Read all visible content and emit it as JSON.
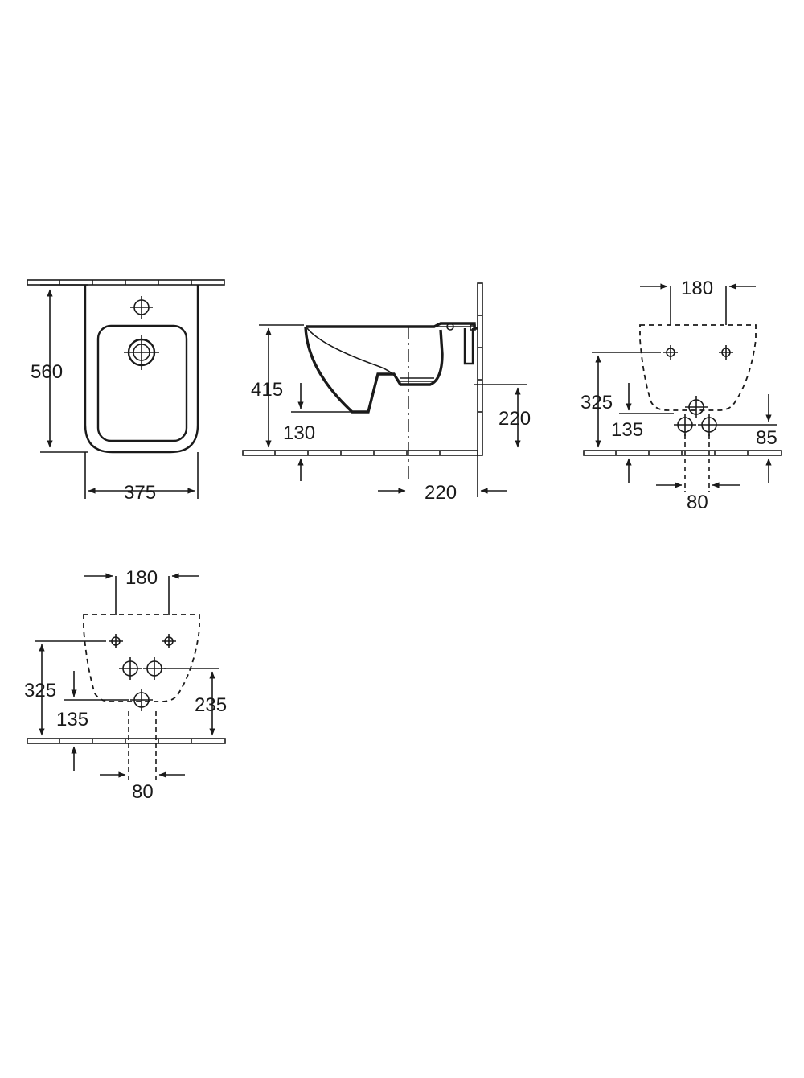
{
  "views": {
    "top_view": {
      "height_label": "560",
      "width_label": "375"
    },
    "side_view": {
      "rim_height_label": "415",
      "outlet_height_label": "130",
      "bracket_height_label": "220",
      "wall_depth_label": "220"
    },
    "wall_view_a": {
      "bolt_spacing_label": "180",
      "bolt_height_label": "325",
      "inlet_height_label": "135",
      "drain_height_label": "85",
      "pipe_spacing_label": "80"
    },
    "wall_view_b": {
      "bolt_spacing_label": "180",
      "bolt_height_label": "325",
      "inlet_height_label": "135",
      "drain_height_label": "235",
      "pipe_spacing_label": "80"
    }
  },
  "colors": {
    "ink": "#1a1a1a",
    "background": "#ffffff"
  }
}
